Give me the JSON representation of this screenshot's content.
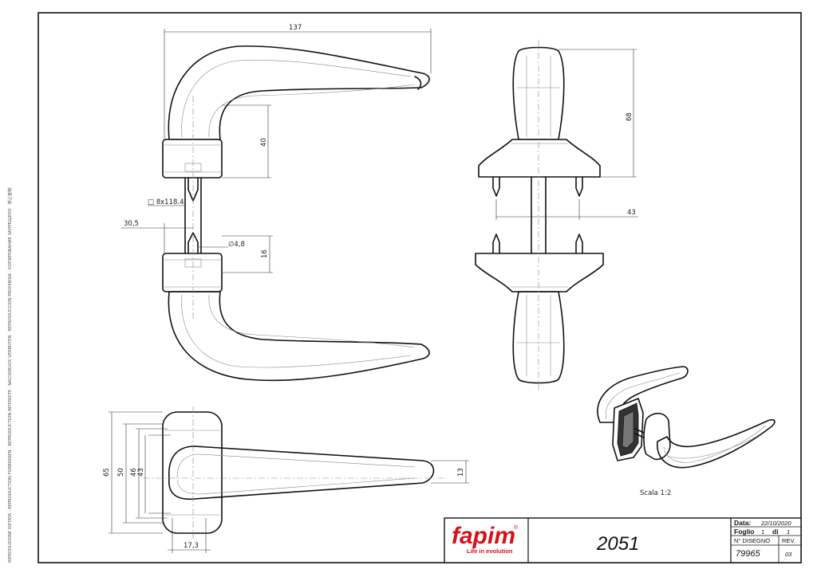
{
  "drawing": {
    "dims": {
      "width_137": "137",
      "height_40": "40",
      "square_spindle": "□ 8x118.4",
      "offset_30_5": "30,5",
      "diameter_4_8": "∅4,8",
      "dim_16": "16",
      "height_68": "68",
      "dim_43_side": "43",
      "dim_65": "65",
      "dim_50": "50",
      "dim_46": "46",
      "dim_43_bottom": "43",
      "dim_13": "13",
      "dim_17_3": "17,3"
    },
    "scale_label": "Scala 1:2",
    "side_watermark": "RIPRODUZIONE VIETATA · REPRODUCTION FORBIDDEN · REPRODUCTION INTERDITE · NACHDRUCK VERBOTEN · REPRODUCCION PROHIBIDA · КОПИРОВАНИЕ ЗАПРЕЩЕНО · 禁止复制"
  },
  "title_block": {
    "brand": "fapim",
    "registered_mark": "®",
    "tagline": "Life in evolution",
    "model_number": "2051",
    "data_label": "Data:",
    "data_value": "22/10/2020",
    "foglio_label": "Foglio",
    "foglio_value": "1",
    "di_label": "di",
    "di_value": "1",
    "disegno_label": "N° DISEGNO",
    "rev_label": "REV.",
    "disegno_value": "79965",
    "rev_value": "03"
  },
  "colors": {
    "brand_red": "#d4121a",
    "line": "#111111"
  }
}
